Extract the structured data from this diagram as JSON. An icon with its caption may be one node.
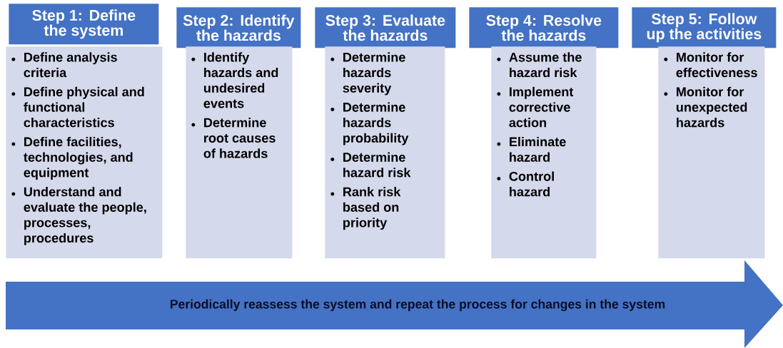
{
  "diagram": {
    "nodes": [
      {
        "text": [
          "Step 1: Define the system"
        ]
      },
      {
        "text": [
          "Define analysis criteria",
          "Define physical and functional characteristics",
          "Define facilities, technologies, and equipment",
          "Understand and evaluate the people, processes, procedures"
        ]
      },
      {
        "text": [
          "Step 2: Identify the hazards"
        ]
      },
      {
        "text": [
          "Identify hazards and undesired events",
          "Determine root causes of hazards"
        ]
      },
      {
        "text": [
          "Step 3: Evaluate the hazards"
        ]
      },
      {
        "text": [
          "Determine hazards severity",
          "Determine hazards probability",
          "Determine hazard risk",
          "Rank risk based on priority"
        ]
      },
      {
        "text": [
          "Step 4: Resolve the hazards"
        ]
      },
      {
        "text": [
          "Assume the hazard risk",
          "Implement corrective action",
          "Eliminate hazard",
          "Control hazard"
        ]
      },
      {
        "text": [
          "Step 5: Follow up the activities"
        ]
      },
      {
        "text": [
          "Monitor for effectiveness",
          "Monitor for unexpected hazards"
        ]
      },
      {
        "text": [
          "Periodically reassess the system and repeat the process for changes in the system"
        ]
      }
    ],
    "edges": []
  }
}
